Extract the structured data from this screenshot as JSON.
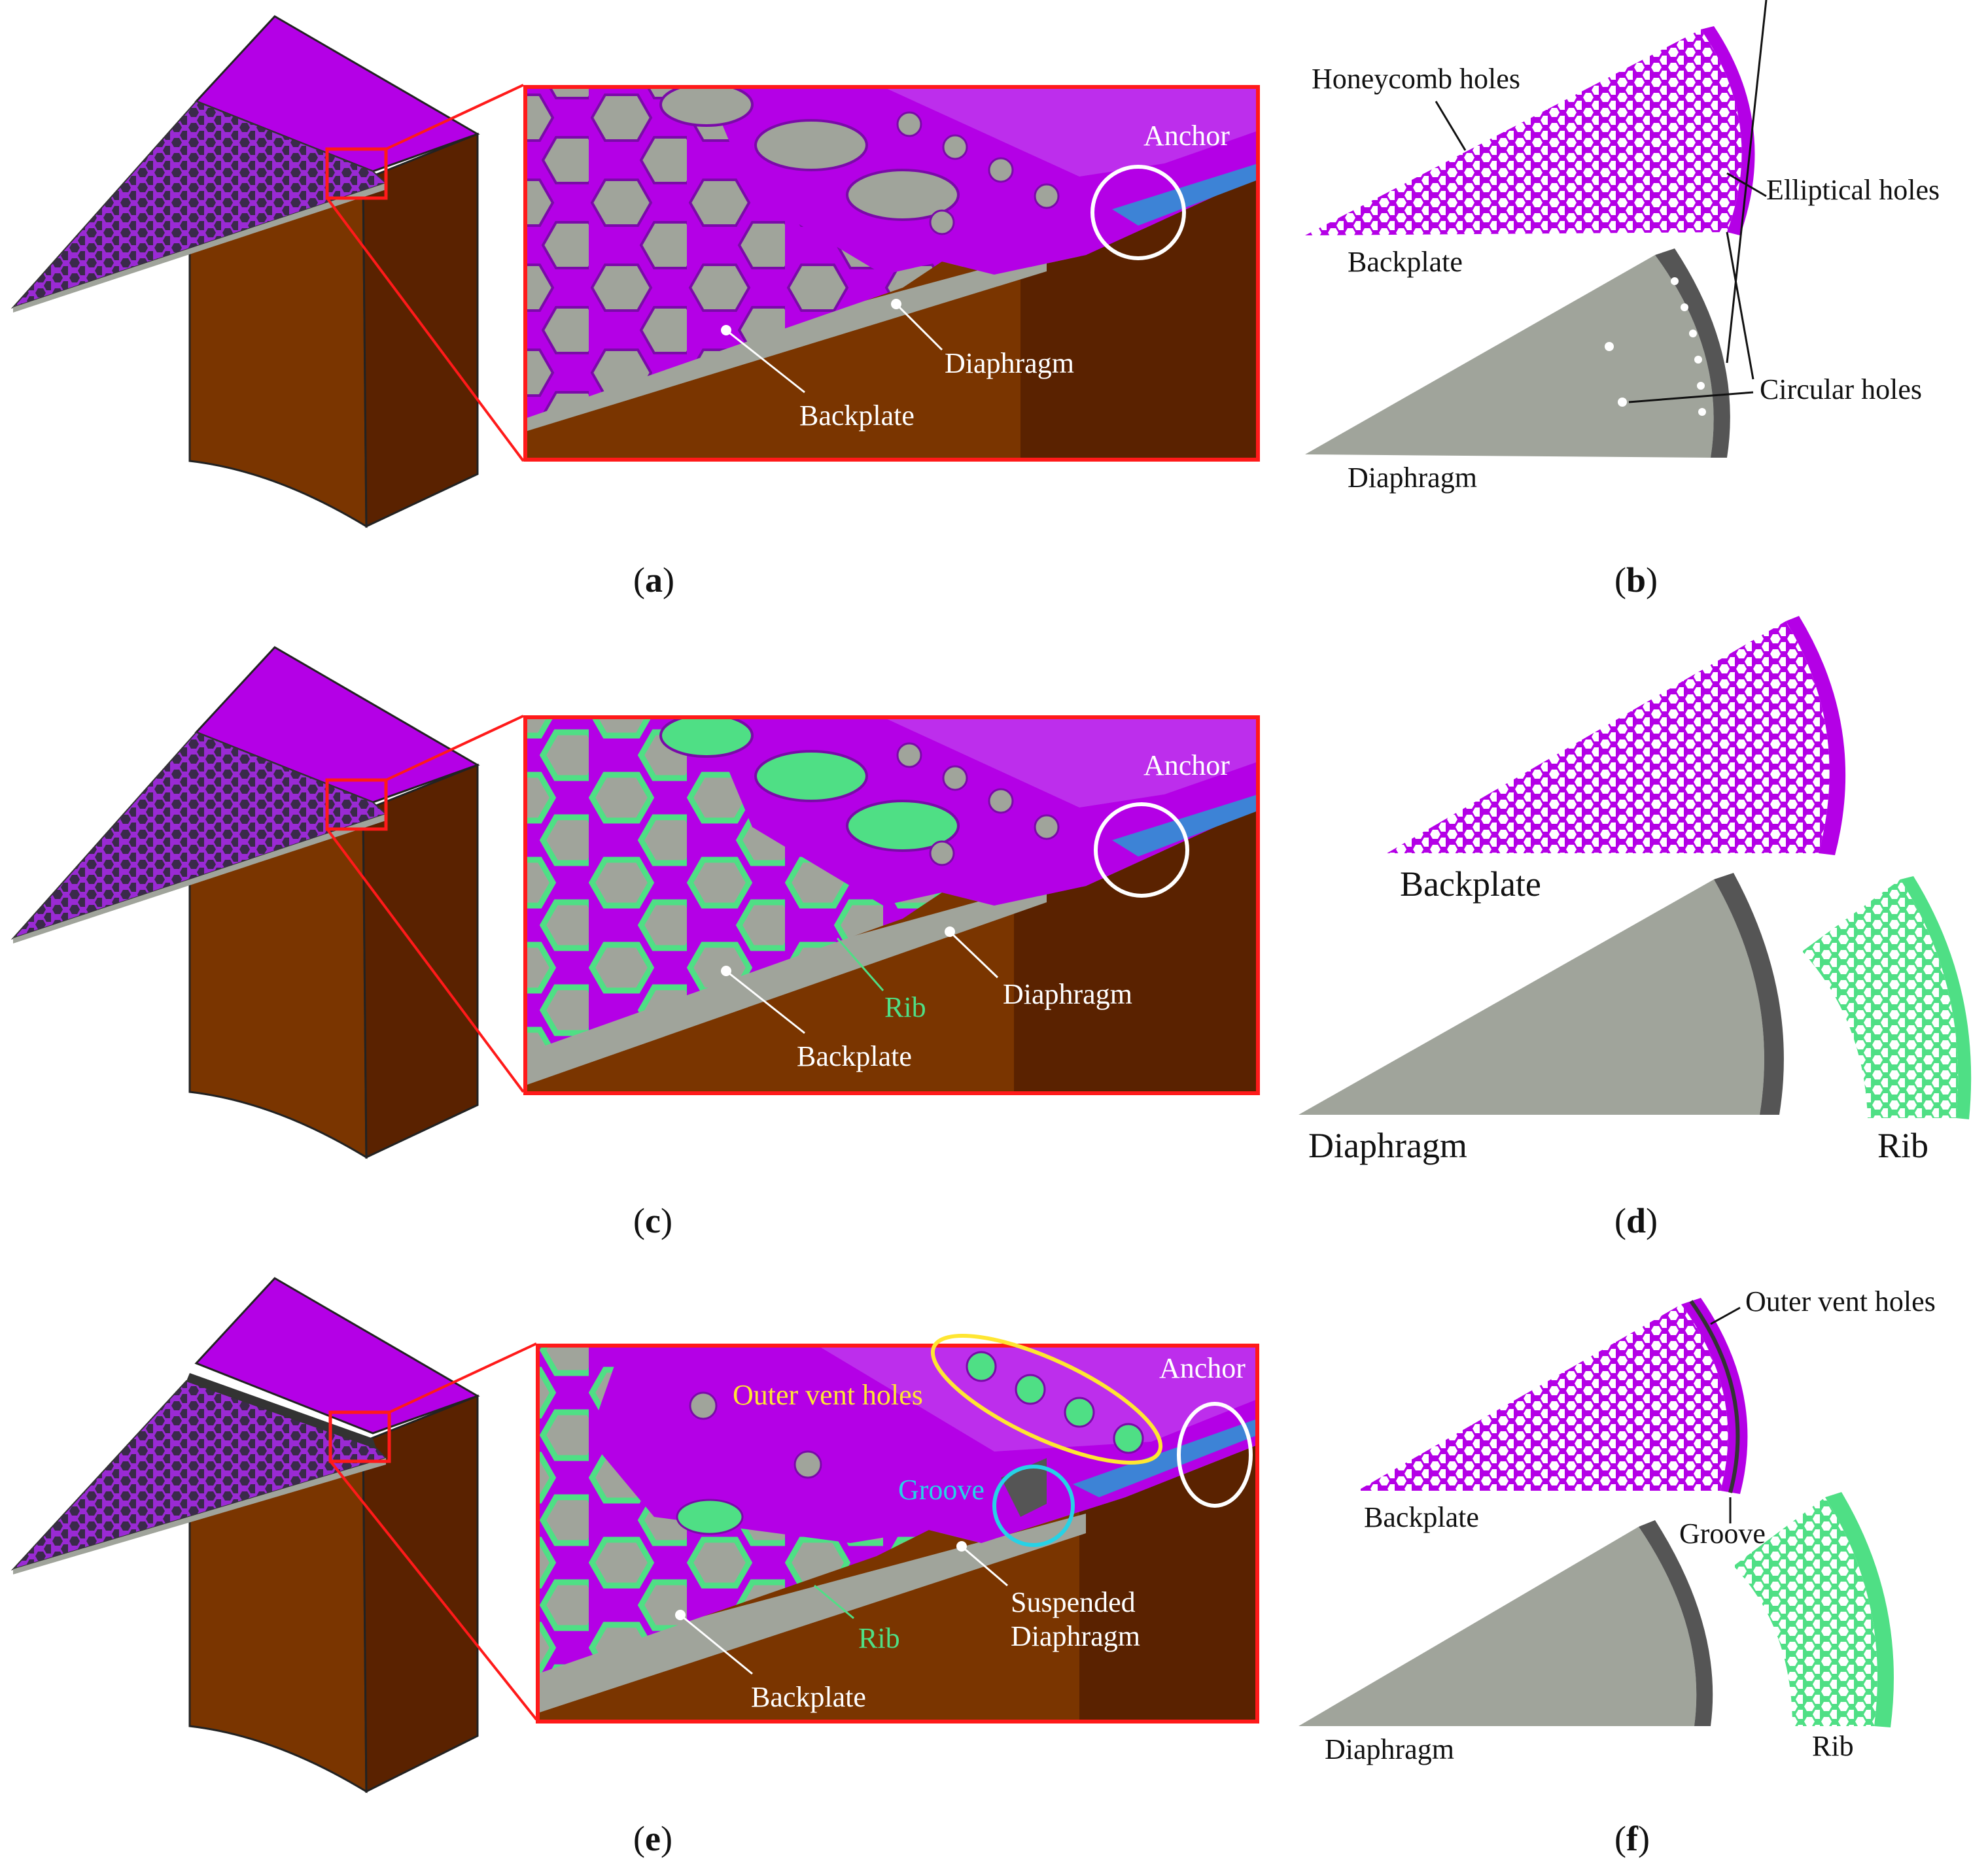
{
  "colors": {
    "backplate": "#b400e6",
    "backplate_light": "#c34cf0",
    "diaphragm": "#a0a49b",
    "rib": "#4fdf85",
    "substrate_front": "#7a3500",
    "substrate_side": "#5a2200",
    "zoom_frame": "#ff1a1a",
    "anchor_circle": "#ffffff",
    "outer_vent_ellipse": "#ffe632",
    "groove_circle": "#26d2e6"
  },
  "panels": [
    {
      "caption_letter": "a",
      "zoom_labels": {
        "anchor": "Anchor",
        "diaphragm": "Diaphragm",
        "backplate": "Backplate"
      },
      "sector_labels": {
        "honeycomb_holes": "Honeycomb holes",
        "elliptical_holes": "Elliptical holes",
        "backplate": "Backplate",
        "circular_holes": "Circular holes",
        "diaphragm": "Diaphragm"
      }
    },
    {
      "caption_letter": "c",
      "zoom_labels": {
        "anchor": "Anchor",
        "diaphragm": "Diaphragm",
        "rib": "Rib",
        "backplate": "Backplate"
      },
      "sector_labels": {
        "backplate": "Backplate",
        "diaphragm": "Diaphragm",
        "rib": "Rib"
      }
    },
    {
      "caption_letter": "e",
      "zoom_labels": {
        "outer_vent_holes": "Outer vent holes",
        "anchor": "Anchor",
        "groove": "Groove",
        "suspended_1": "Suspended",
        "suspended_2": "Diaphragm",
        "rib": "Rib",
        "backplate": "Backplate"
      },
      "sector_labels": {
        "outer_vent_holes": "Outer vent holes",
        "backplate": "Backplate",
        "groove": "Groove",
        "diaphragm": "Diaphragm",
        "rib": "Rib"
      }
    }
  ],
  "sector_captions": [
    "b",
    "d",
    "f"
  ]
}
